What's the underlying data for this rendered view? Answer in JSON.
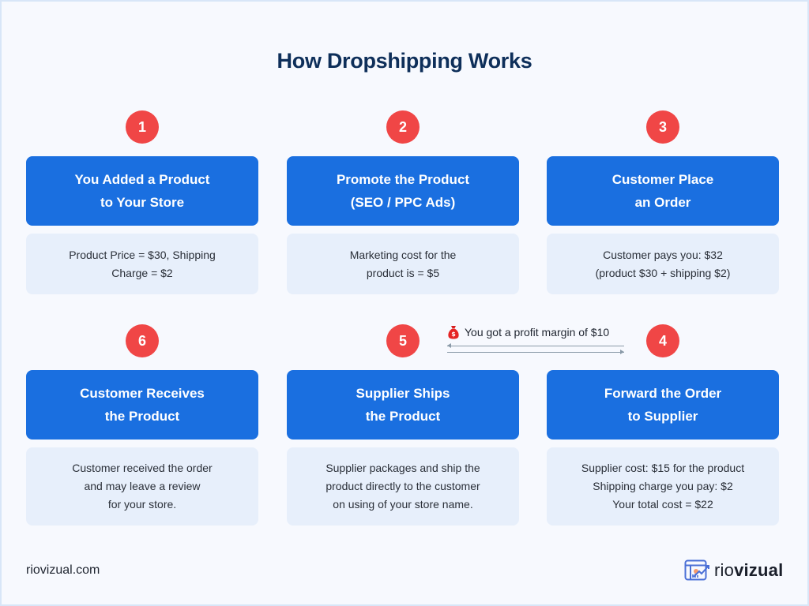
{
  "title": "How Dropshipping Works",
  "colors": {
    "background": "#f7f9fe",
    "title": "#0e2f5a",
    "badge": "#f04646",
    "card_header": "#1a6fe0",
    "card_body": "#e7effb",
    "text": "#2a2f38"
  },
  "steps": [
    {
      "number": "1",
      "heading": [
        "You Added a Product",
        "to Your Store"
      ],
      "details": [
        "Product Price = $30, Shipping",
        "Charge = $2"
      ]
    },
    {
      "number": "2",
      "heading": [
        "Promote the Product",
        "(SEO / PPC Ads)"
      ],
      "details": [
        "Marketing cost for the",
        "product is = $5"
      ]
    },
    {
      "number": "3",
      "heading": [
        "Customer Place",
        "an Order"
      ],
      "details": [
        "Customer pays you: $32",
        "(product $30 + shipping $2)"
      ]
    },
    {
      "number": "4",
      "heading": [
        "Forward the Order",
        "to Supplier"
      ],
      "details": [
        "Supplier cost: $15 for the product",
        "Shipping charge you pay: $2",
        "Your total cost = $22"
      ]
    },
    {
      "number": "5",
      "heading": [
        "Supplier Ships",
        "the Product"
      ],
      "details": [
        "Supplier packages and ship the",
        "product directly to the customer",
        "on using of your store name."
      ]
    },
    {
      "number": "6",
      "heading": [
        "Customer Receives",
        "the Product"
      ],
      "details": [
        "Customer received the order",
        "and may leave a review",
        "for your store."
      ]
    }
  ],
  "profit_note": {
    "icon": "money-bag-icon",
    "text": "You got a profit margin of $10"
  },
  "footer": {
    "url": "riovizual.com",
    "logo_light": "rio",
    "logo_bold": "vizual"
  }
}
